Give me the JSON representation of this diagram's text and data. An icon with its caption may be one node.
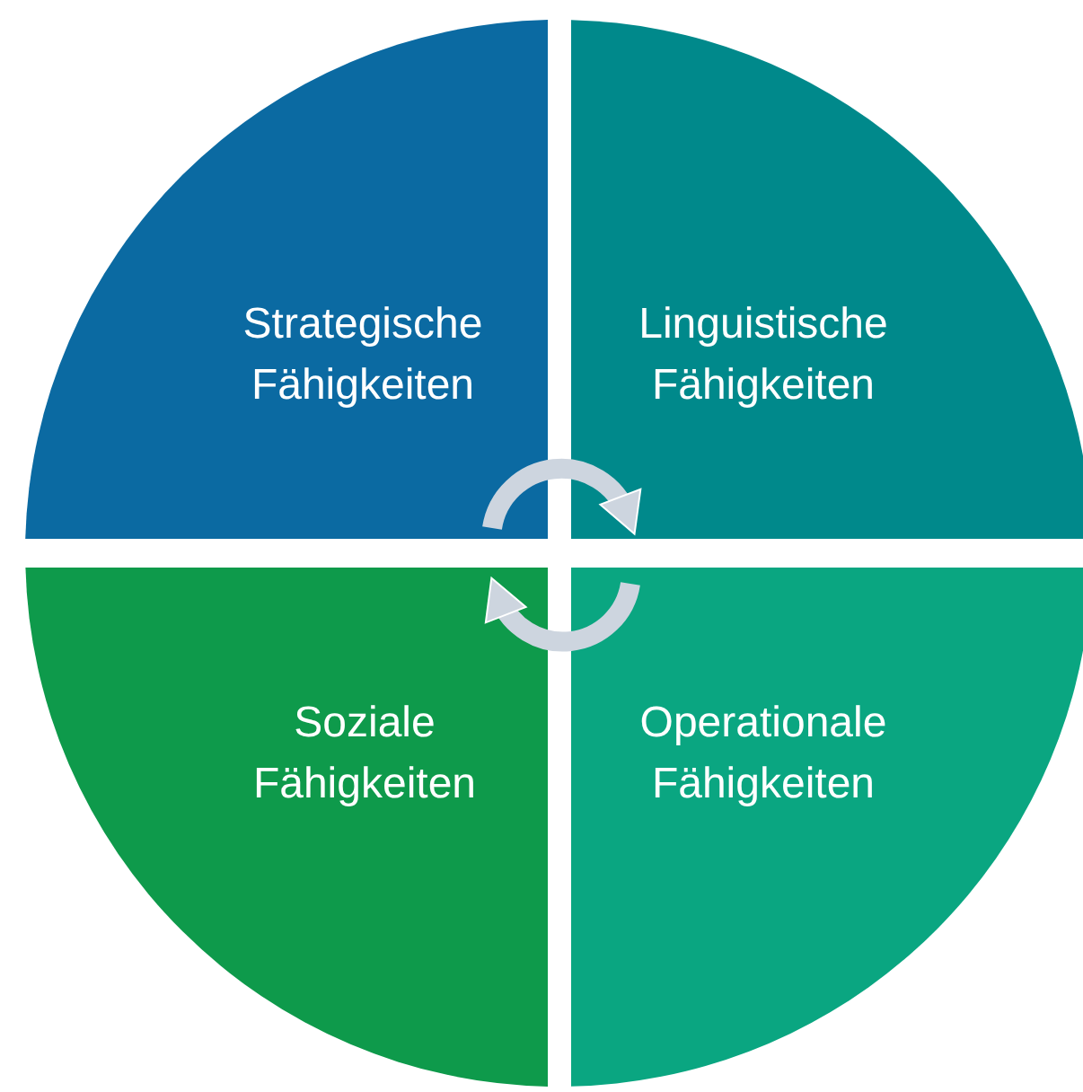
{
  "diagram": {
    "nodes": [
      {
        "text": [
          "Strategische Fähigkeiten"
        ]
      },
      {
        "text": [
          "Linguistische Fähigkeiten"
        ]
      },
      {
        "text": [
          "Soziale Fähigkeiten"
        ]
      },
      {
        "text": [
          "Operationale Fähigkeiten"
        ]
      }
    ],
    "edges": [
      {
        "from": 0,
        "to": 1,
        "arrow": "to"
      },
      {
        "from": 3,
        "to": 2,
        "arrow": "to"
      }
    ]
  }
}
